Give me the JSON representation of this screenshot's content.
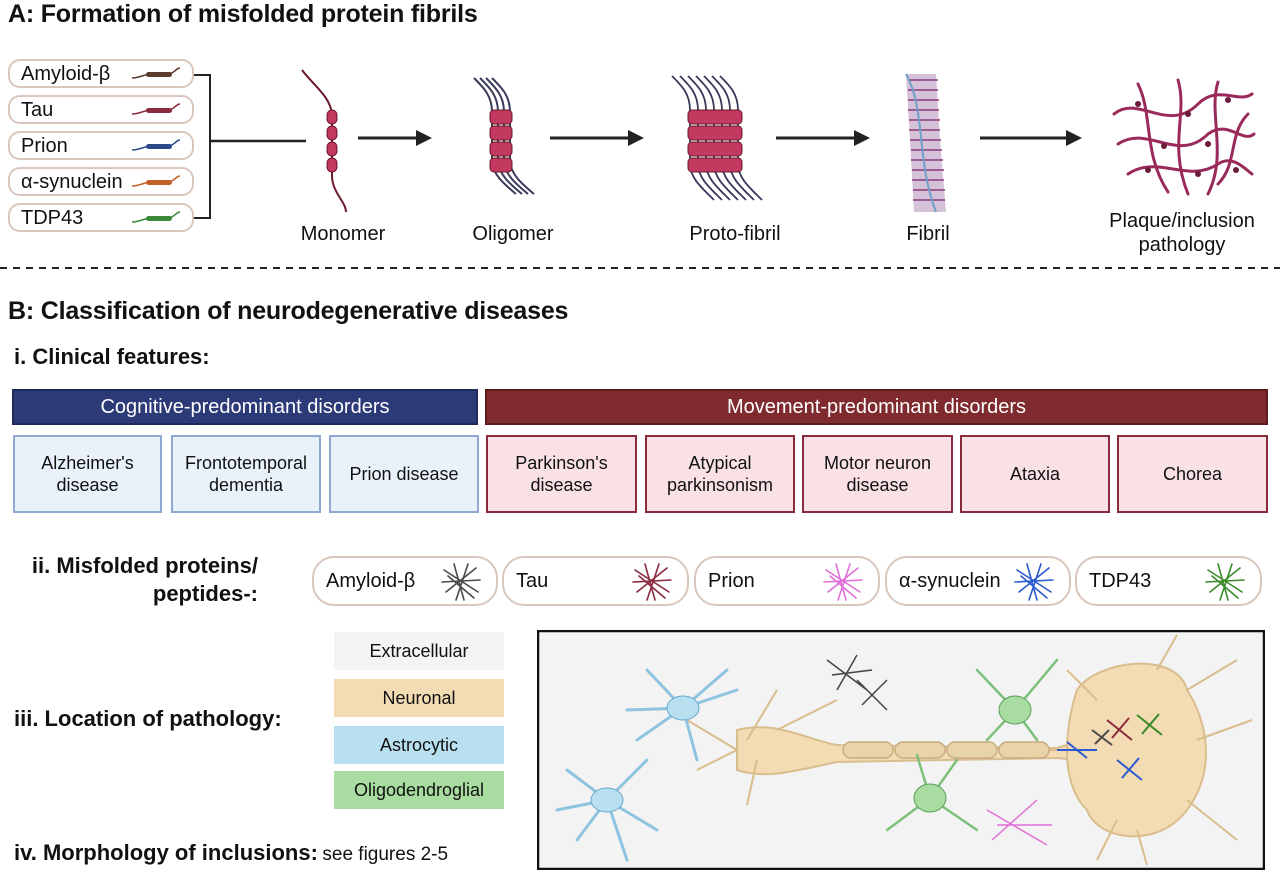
{
  "section_a": {
    "title": "A: Formation of misfolded protein fibrils",
    "proteins": [
      {
        "label": "Amyloid-β",
        "color": "#5a3a2a"
      },
      {
        "label": "Tau",
        "color": "#8a2a3d"
      },
      {
        "label": "Prion",
        "color": "#2c4a8a"
      },
      {
        "label": "α-synuclein",
        "color": "#c2602a"
      },
      {
        "label": "TDP43",
        "color": "#3a8a3a"
      }
    ],
    "stages": [
      "Monomer",
      "Oligomer",
      "Proto-fibril",
      "Fibril",
      "Plaque/inclusion\npathology"
    ]
  },
  "section_b": {
    "title": "B: Classification of neurodegenerative diseases",
    "clinical": {
      "heading": "i. Clinical features:",
      "cognitive_header": "Cognitive-predominant disorders",
      "movement_header": "Movement-predominant disorders",
      "cognitive_color": "#2c3a78",
      "movement_color": "#7f2a2e",
      "cognitive_diseases": [
        "Alzheimer's\ndisease",
        "Frontotemporal\ndementia",
        "Prion disease"
      ],
      "movement_diseases": [
        "Parkinson's\ndisease",
        "Atypical\nparkinsonism",
        "Motor neuron\ndisease",
        "Ataxia",
        "Chorea"
      ]
    },
    "misfolded": {
      "heading": "ii. Misfolded proteins/\npeptides-:",
      "items": [
        {
          "label": "Amyloid-β",
          "color": "#4a4a4a"
        },
        {
          "label": "Tau",
          "color": "#8a2a3d"
        },
        {
          "label": "Prion",
          "color": "#e070d8"
        },
        {
          "label": "α-synuclein",
          "color": "#2c5ad0"
        },
        {
          "label": "TDP43",
          "color": "#3a8a2a"
        }
      ]
    },
    "location": {
      "heading": "iii. Location of pathology:",
      "legend": [
        {
          "label": "Extracellular",
          "color": "#f4f4f4"
        },
        {
          "label": "Neuronal",
          "color": "#f3dcb4"
        },
        {
          "label": "Astrocytic",
          "color": "#b9e0f0"
        },
        {
          "label": "Oligodendroglial",
          "color": "#a9dca0"
        }
      ]
    },
    "morphology": {
      "heading": "iv. Morphology of inclusions:",
      "note": "see figures 2-5"
    }
  }
}
